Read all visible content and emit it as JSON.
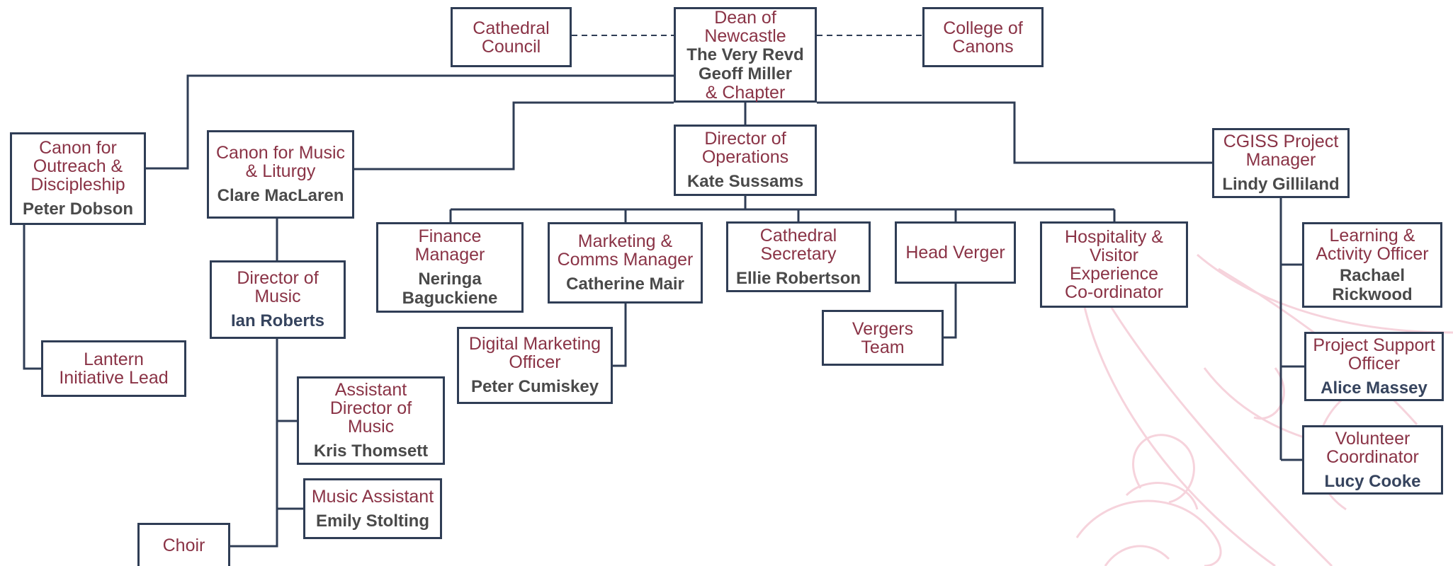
{
  "colors": {
    "line": "#2f3d55",
    "role_text": "#8a3346",
    "name_text": "#4a4a4a",
    "name_text_alt": "#36445e",
    "watermark": "#f6d3dc"
  },
  "boxes": {
    "dean": {
      "role": "Dean of\nNewcastle",
      "name": "The Very Revd\nGeoff Miller",
      "suffix": "& Chapter"
    },
    "council": {
      "role": "Cathedral\nCouncil"
    },
    "canons": {
      "role": "College of\nCanons"
    },
    "outreach": {
      "role": "Canon for\nOutreach &\nDiscipleship",
      "name": "Peter Dobson"
    },
    "lantern": {
      "role": "Lantern\nInitiative Lead"
    },
    "music_canon": {
      "role": "Canon for Music\n& Liturgy",
      "name": "Clare MacLaren"
    },
    "dir_music": {
      "role": "Director of\nMusic",
      "name": "Ian Roberts"
    },
    "asst_dir_music": {
      "role": "Assistant\nDirector of\nMusic",
      "name": "Kris Thomsett"
    },
    "music_asst": {
      "role": "Music Assistant",
      "name": "Emily Stolting"
    },
    "choir": {
      "role": "Choir"
    },
    "dir_ops": {
      "role": "Director of\nOperations",
      "name": "Kate Sussams"
    },
    "finance": {
      "role": "Finance\nManager",
      "name": "Neringa\nBaguckiene"
    },
    "marketing": {
      "role": "Marketing &\nComms Manager",
      "name": "Catherine Mair"
    },
    "digital": {
      "role": "Digital Marketing\nOfficer",
      "name": "Peter Cumiskey"
    },
    "secretary": {
      "role": "Cathedral\nSecretary",
      "name": "Ellie Robertson"
    },
    "head_verger": {
      "role": "Head Verger"
    },
    "vergers": {
      "role": "Vergers\nTeam"
    },
    "hospitality": {
      "role": "Hospitality &\nVisitor\nExperience\nCo-ordinator"
    },
    "cgiss": {
      "role": "CGISS Project\nManager",
      "name": "Lindy Gilliland"
    },
    "learning": {
      "role": "Learning &\nActivity Officer",
      "name": "Rachael\nRickwood"
    },
    "project_support": {
      "role": "Project Support\nOfficer",
      "name": "Alice Massey"
    },
    "volunteer": {
      "role": "Volunteer\nCoordinator",
      "name": "Lucy Cooke"
    }
  }
}
